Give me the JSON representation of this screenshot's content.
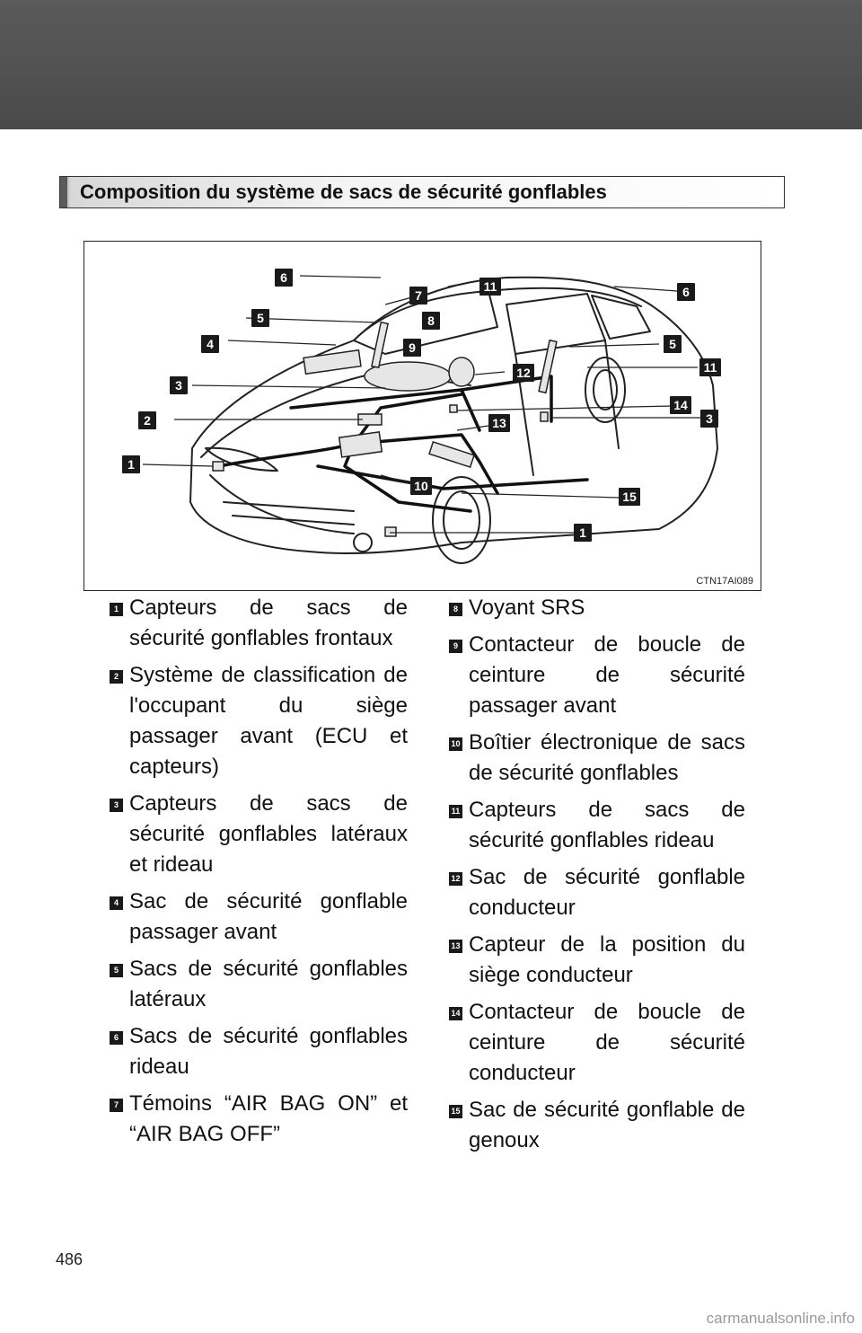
{
  "header": {
    "title": "Composition du système de sacs de sécurité gonflables"
  },
  "figure": {
    "code": "CTN17AI089",
    "callouts": [
      "6",
      "7",
      "11",
      "6",
      "5",
      "8",
      "5",
      "4",
      "9",
      "11",
      "3",
      "12",
      "14",
      "2",
      "13",
      "3",
      "1",
      "10",
      "15",
      "1"
    ]
  },
  "legend": {
    "left": [
      {
        "num": "1",
        "text": "Capteurs de sacs de sécurité gonflables frontaux"
      },
      {
        "num": "2",
        "text": "Système de classification de l'occupant du siège passager avant (ECU et capteurs)"
      },
      {
        "num": "3",
        "text": "Capteurs de sacs de sécurité gonflables latéraux et rideau"
      },
      {
        "num": "4",
        "text": "Sac de sécurité gonflable passager avant"
      },
      {
        "num": "5",
        "text": "Sacs de sécurité gonflables latéraux"
      },
      {
        "num": "6",
        "text": "Sacs de sécurité gonflables rideau"
      },
      {
        "num": "7",
        "text": "Témoins “AIR BAG ON” et “AIR BAG OFF”"
      }
    ],
    "right": [
      {
        "num": "8",
        "text": "Voyant SRS"
      },
      {
        "num": "9",
        "text": "Contacteur de boucle de ceinture de sécurité passager avant"
      },
      {
        "num": "10",
        "text": "Boîtier électronique de sacs de sécurité gonflables"
      },
      {
        "num": "11",
        "text": "Capteurs de sacs de sécurité gonflables rideau"
      },
      {
        "num": "12",
        "text": "Sac de sécurité gonflable conducteur"
      },
      {
        "num": "13",
        "text": "Capteur de la position du siège conducteur"
      },
      {
        "num": "14",
        "text": "Contacteur de boucle de ceinture de sécurité conducteur"
      },
      {
        "num": "15",
        "text": "Sac de sécurité gonflable de genoux"
      }
    ]
  },
  "footer": {
    "page_number": "486",
    "watermark": "carmanualsonline.info"
  }
}
